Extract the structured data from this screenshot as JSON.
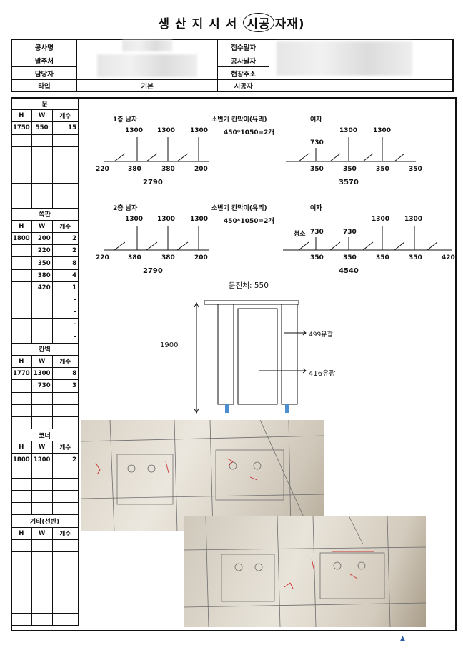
{
  "title": {
    "before": "생 산 지 시 서",
    "circled": "시공",
    "after": "자재)"
  },
  "header": {
    "r1": {
      "l1": "공사명",
      "l2": "접수일자"
    },
    "r2": {
      "l1": "발주처",
      "l2": "공사날자"
    },
    "r3": {
      "l1": "담당자",
      "l2": "현장주소"
    },
    "r4": {
      "l1": "타입",
      "v1": "기본",
      "l2": "시공자"
    }
  },
  "left": {
    "col": {
      "h": "H",
      "w": "W",
      "n": "개수"
    },
    "door": {
      "title": "문",
      "row": [
        "1750",
        "550",
        "15"
      ]
    },
    "jjok": {
      "title": "쪽판",
      "rows": [
        [
          "1800",
          "200",
          "2"
        ],
        [
          "",
          "220",
          "2"
        ],
        [
          "",
          "350",
          "8"
        ],
        [
          "",
          "380",
          "4"
        ],
        [
          "",
          "420",
          "1"
        ],
        [
          "",
          "",
          "-"
        ],
        [
          "",
          "",
          "-"
        ],
        [
          "",
          "",
          "-"
        ],
        [
          "",
          "",
          "-"
        ]
      ]
    },
    "gan": {
      "title": "칸벽",
      "rows": [
        [
          "1770",
          "1300",
          "8"
        ],
        [
          "",
          "730",
          "3"
        ]
      ]
    },
    "corner": {
      "title": "코너",
      "row": [
        "1800",
        "1300",
        "2"
      ]
    },
    "etc": {
      "title": "기타(선반)"
    }
  },
  "drawing": {
    "f1": {
      "male": "1층 남자",
      "urinal": "소변기 칸막이(유리)",
      "female": "여자",
      "m_top": [
        "1300",
        "1300",
        "1300"
      ],
      "m_bot": [
        "220",
        "380",
        "380",
        "200"
      ],
      "m_total": "2790",
      "urinal_size": "450*1050=2개",
      "f_top": [
        "1300",
        "1300"
      ],
      "f_730": "730",
      "f_bot": [
        "350",
        "350",
        "350",
        "350"
      ],
      "f_total": "3570"
    },
    "f2": {
      "male": "2층 남자",
      "urinal": "소변기 칸막이(유리)",
      "female": "여자",
      "m_top": [
        "1300",
        "1300",
        "1300"
      ],
      "m_bot": [
        "220",
        "380",
        "380",
        "200"
      ],
      "m_total": "2790",
      "urinal_size": "450*1050=2개",
      "f_clean": "청소",
      "f_730a": "730",
      "f_730b": "730",
      "f_top": [
        "1300",
        "1300"
      ],
      "f_bot": [
        "350",
        "350",
        "350",
        "350",
        "420"
      ],
      "f_total": "4540"
    },
    "door": {
      "title": "문전체: 550",
      "height": "1900",
      "c1": "499유광",
      "c2": "416유광"
    }
  }
}
